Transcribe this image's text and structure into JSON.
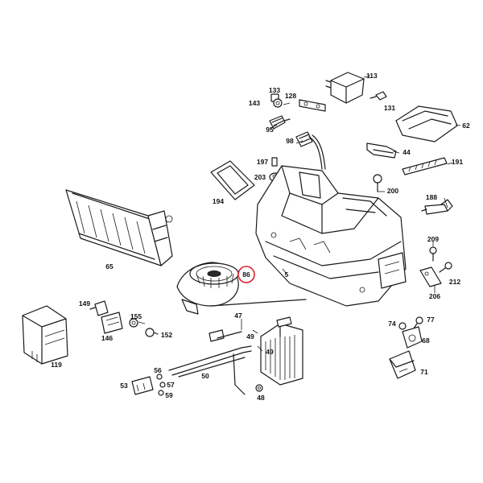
{
  "diagram": {
    "highlight_color": "#d9232e",
    "highlighted_part": "86",
    "callouts": [
      {
        "id": "c113",
        "label": "113"
      },
      {
        "id": "c133",
        "label": "133"
      },
      {
        "id": "c143",
        "label": "143"
      },
      {
        "id": "c128",
        "label": "128"
      },
      {
        "id": "c131",
        "label": "131"
      },
      {
        "id": "c62",
        "label": "62"
      },
      {
        "id": "c95",
        "label": "95"
      },
      {
        "id": "c98",
        "label": "98"
      },
      {
        "id": "c44",
        "label": "44"
      },
      {
        "id": "c197",
        "label": "197"
      },
      {
        "id": "c203",
        "label": "203"
      },
      {
        "id": "c191",
        "label": "191"
      },
      {
        "id": "c194",
        "label": "194"
      },
      {
        "id": "c200",
        "label": "200"
      },
      {
        "id": "c188",
        "label": "188"
      },
      {
        "id": "c209",
        "label": "209"
      },
      {
        "id": "c65",
        "label": "65"
      },
      {
        "id": "c212",
        "label": "212"
      },
      {
        "id": "c86",
        "label": "86"
      },
      {
        "id": "c5",
        "label": "5"
      },
      {
        "id": "c206",
        "label": "206"
      },
      {
        "id": "c149",
        "label": "149"
      },
      {
        "id": "c155",
        "label": "155"
      },
      {
        "id": "c47",
        "label": "47"
      },
      {
        "id": "c74",
        "label": "74"
      },
      {
        "id": "c77",
        "label": "77"
      },
      {
        "id": "c152",
        "label": "152"
      },
      {
        "id": "c146",
        "label": "146"
      },
      {
        "id": "c49a",
        "label": "49"
      },
      {
        "id": "c49b",
        "label": "49"
      },
      {
        "id": "c68",
        "label": "68"
      },
      {
        "id": "c119",
        "label": "119"
      },
      {
        "id": "c56",
        "label": "56"
      },
      {
        "id": "c50",
        "label": "50"
      },
      {
        "id": "c71",
        "label": "71"
      },
      {
        "id": "c53",
        "label": "53"
      },
      {
        "id": "c57",
        "label": "57"
      },
      {
        "id": "c59",
        "label": "59"
      },
      {
        "id": "c48",
        "label": "48"
      }
    ]
  }
}
